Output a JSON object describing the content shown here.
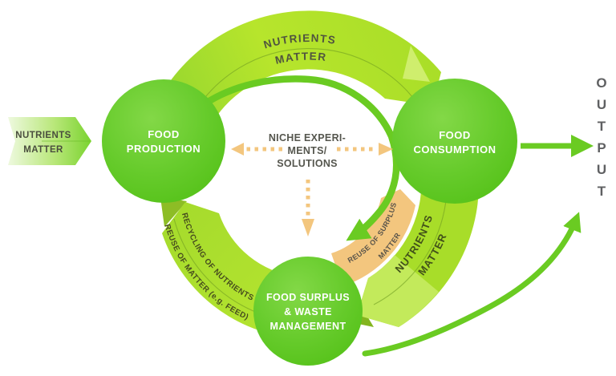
{
  "colors": {
    "arrow_green": "#6acb22",
    "band_green": "#aadd2b",
    "node_green": "#5cc41e",
    "accent_orange": "#f3c67e",
    "label_dark": "#50543f",
    "output_gray": "#5f6062"
  },
  "input_banner": {
    "lines": [
      "NUTRIENTS",
      "MATTER"
    ]
  },
  "nodes": {
    "production": {
      "lines": [
        "FOOD",
        "PRODUCTION"
      ]
    },
    "consumption": {
      "lines": [
        "FOOD",
        "CONSUMPTION"
      ]
    },
    "surplus": {
      "lines": [
        "FOOD SURPLUS",
        "& WASTE",
        "MANAGEMENT"
      ]
    }
  },
  "ring_labels": {
    "top": [
      "NUTRIENTS",
      "MATTER"
    ],
    "recycling": [
      "RECYCLING OF NUTRIENTS",
      "REUSE OF MATTER (e.g. FEED)"
    ],
    "right": [
      "NUTRIENTS",
      "MATTER"
    ],
    "reuse_surplus": [
      "REUSE OF SURPLUS",
      "MATTER"
    ]
  },
  "center": {
    "lines": [
      "NICHE EXPERI-",
      "MENTS/",
      "SOLUTIONS"
    ]
  },
  "output": {
    "word": "OUTPUT",
    "letters": [
      "O",
      "U",
      "T",
      "P",
      "U",
      "T"
    ]
  }
}
